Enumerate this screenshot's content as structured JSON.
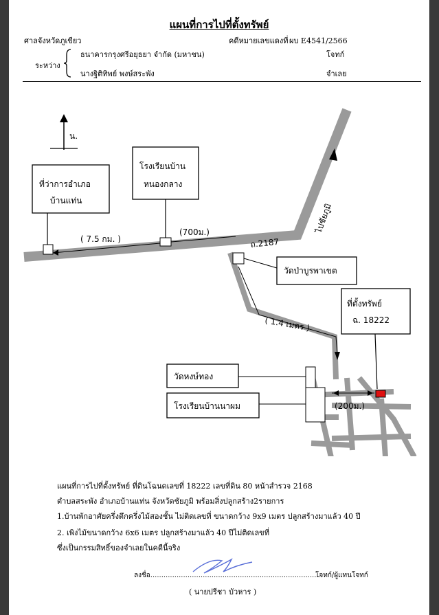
{
  "header": {
    "title": "แผนที่การไปที่ตั้งทรัพย์",
    "court": "ศาลจังหวัดภูเขียว",
    "case_label": "คดีหมายเลขแดงที่",
    "case_no": "ผบ E4541/2566",
    "between_label": "ระหว่าง",
    "plaintiff_name": "ธนาคารกรุงศรีอยุธยา จำกัด (มหาชน)",
    "plaintiff_role": "โจทก์",
    "defendant_name": "นางฐิติทิพย์ พงษ์สระพัง",
    "defendant_role": "จำเลย"
  },
  "map": {
    "north_label": "น.",
    "district_office": "ที่ว่าการอำเภอ บ้านแท่น",
    "school_top": "โรงเรียนบ้าน หนองกลาง",
    "dist_1": "( 7.5 กม. )",
    "dist_2": "(700ม.)",
    "road_1": "ถ.2187",
    "road_2": "ไปชัยภูมิ",
    "temple_1": "วัดป่าบูรพาเขต",
    "property_label": "ที่ตั้งทรัพย์ ฉ. 18222",
    "dist_3": "( 1.4 เมตร )",
    "temple_2": "วัดหงษ์ทอง",
    "school_bottom": "โรงเรียนบ้านนาผม",
    "dist_4": "(200ม.)",
    "colors": {
      "road": "#9a9a9a",
      "property": "#e01010"
    }
  },
  "description": {
    "line1": "แผนที่การไปที่ตั้งทรัพย์  ที่ดินโฉนดเลขที่ 18222 เลขที่ดิน 80  หน้าสำรวจ 2168",
    "line2": "ตำบลสระพัง อำเภอบ้านแท่น จังหวัดชัยภูมิ พร้อมสิ่งปลูกสร้าง2รายการ",
    "line3": "1.บ้านพักอาศัยครึ่งตึกครึ่งไม้สองชั้น ไม่ติดเลขที่ ขนาดกว้าง 9x9 เมตร ปลูกสร้างมาแล้ว 40 ปี",
    "line4": "2. เพิงไม้ขนาดกว้าง 6x6 เมตร ปลูกสร้างมาแล้ว 40 ปีไม่ติดเลขที่",
    "line5": "ซึ่งเป็นกรรมสิทธิ์ของจำเลยในคดีนี้จริง"
  },
  "signature": {
    "sign_label": "ลงชื่อ..............................................................................",
    "sign_role": "โจทก์/ผู้แทนโจทก์",
    "signer_name": "( นายปรีชา   บัวหาร )"
  }
}
